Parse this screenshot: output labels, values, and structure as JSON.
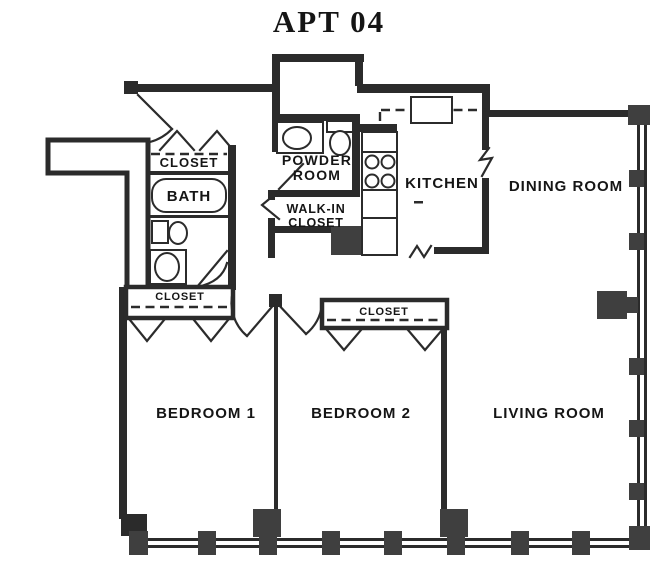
{
  "title": "APT 04",
  "rooms": {
    "hall_closet": {
      "label": "CLOSET"
    },
    "bath": {
      "label": "BATH"
    },
    "powder_room": {
      "line1": "POWDER",
      "line2": "ROOM"
    },
    "walk_in_closet": {
      "line1": "WALK-IN",
      "line2": "CLOSET"
    },
    "kitchen": {
      "label": "KITCHEN"
    },
    "dining_room": {
      "label": "DINING ROOM"
    },
    "bedroom_1": {
      "label": "BEDROOM 1",
      "closet_label": "CLOSET"
    },
    "bedroom_2": {
      "label": "BEDROOM 2",
      "closet_label": "CLOSET"
    },
    "living_room": {
      "label": "LIVING ROOM"
    }
  },
  "colors": {
    "wall": "#2b2b2b",
    "ink": "#151515",
    "post": "#3f3f3f",
    "paper": "#ffffff"
  }
}
